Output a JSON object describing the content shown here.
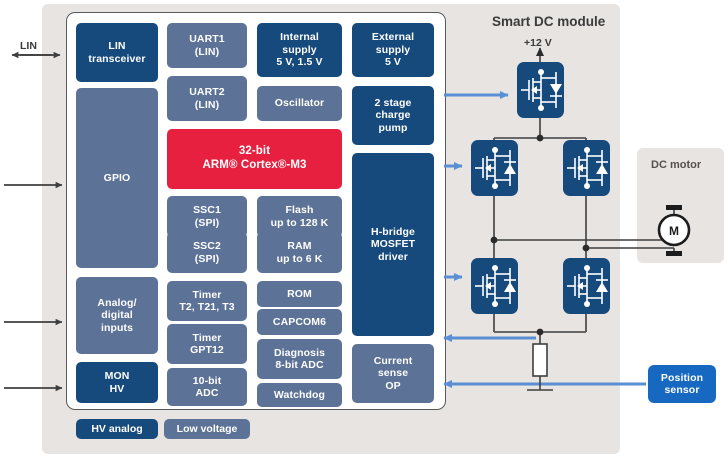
{
  "diagram": {
    "module_title": "Smart DC module",
    "supply_label": "+12 V",
    "motor_panel_label": "DC motor",
    "motor_symbol": "M",
    "lin_label": "LIN"
  },
  "chip": {
    "column1": [
      {
        "name": "lin-transceiver",
        "lines": [
          "LIN",
          "transceiver"
        ],
        "style": "navy"
      },
      {
        "name": "gpio",
        "lines": [
          "GPIO"
        ],
        "style": "slate"
      },
      {
        "name": "analog-digital-inputs",
        "lines": [
          "Analog/",
          "digital",
          "inputs"
        ],
        "style": "slate"
      },
      {
        "name": "mon-hv",
        "lines": [
          "MON",
          "HV"
        ],
        "style": "navy"
      }
    ],
    "column2": [
      {
        "name": "uart1",
        "lines": [
          "UART1",
          "(LIN)"
        ],
        "style": "slate"
      },
      {
        "name": "uart2",
        "lines": [
          "UART2",
          "(LIN)"
        ],
        "style": "slate"
      },
      {
        "name": "cpu-core",
        "lines": [
          "32-bit",
          "ARM® Cortex®-M3"
        ],
        "style": "red"
      },
      {
        "name": "ssc1",
        "lines": [
          "SSC1",
          "(SPI)"
        ],
        "style": "slate"
      },
      {
        "name": "ssc2",
        "lines": [
          "SSC2",
          "(SPI)"
        ],
        "style": "slate"
      },
      {
        "name": "timer-t2",
        "lines": [
          "Timer",
          "T2, T21, T3"
        ],
        "style": "slate"
      },
      {
        "name": "timer-gpt12",
        "lines": [
          "Timer",
          "GPT12"
        ],
        "style": "slate"
      },
      {
        "name": "adc-10bit",
        "lines": [
          "10-bit",
          "ADC"
        ],
        "style": "slate"
      }
    ],
    "column3": [
      {
        "name": "internal-supply",
        "lines": [
          "Internal",
          "supply",
          "5 V, 1.5 V"
        ],
        "style": "navy"
      },
      {
        "name": "oscillator",
        "lines": [
          "Oscillator"
        ],
        "style": "slate"
      },
      {
        "name": "flash",
        "lines": [
          "Flash",
          "up to 128 K"
        ],
        "style": "slate"
      },
      {
        "name": "ram",
        "lines": [
          "RAM",
          "up to 6 K"
        ],
        "style": "slate"
      },
      {
        "name": "rom",
        "lines": [
          "ROM"
        ],
        "style": "slate"
      },
      {
        "name": "capcom6",
        "lines": [
          "CAPCOM6"
        ],
        "style": "slate"
      },
      {
        "name": "diagnosis-adc",
        "lines": [
          "Diagnosis",
          "8-bit ADC"
        ],
        "style": "slate"
      },
      {
        "name": "watchdog",
        "lines": [
          "Watchdog"
        ],
        "style": "slate"
      }
    ],
    "column4": [
      {
        "name": "external-supply",
        "lines": [
          "External",
          "supply",
          "5 V"
        ],
        "style": "navy"
      },
      {
        "name": "charge-pump",
        "lines": [
          "2 stage",
          "charge",
          "pump"
        ],
        "style": "navy"
      },
      {
        "name": "hbridge-driver",
        "lines": [
          "H-bridge",
          "MOSFET",
          "driver"
        ],
        "style": "navy"
      },
      {
        "name": "current-sense-op",
        "lines": [
          "Current",
          "sense",
          "OP"
        ],
        "style": "slate"
      }
    ]
  },
  "external": [
    {
      "name": "position-sensor",
      "lines": [
        "Position",
        "sensor"
      ],
      "style": "brightblue"
    }
  ],
  "legend": [
    {
      "name": "legend-hv-analog",
      "label": "HV analog",
      "style": "navy"
    },
    {
      "name": "legend-low-voltage",
      "label": "Low voltage",
      "style": "slate"
    }
  ],
  "colors": {
    "navy": "#16497c",
    "slate": "#5c7297",
    "red": "#e8203f",
    "bright_blue": "#1668c0",
    "arrow_blue": "#5b8fd4",
    "panel_gray": "#e7e4e2",
    "wire": "#3f3f3f"
  }
}
